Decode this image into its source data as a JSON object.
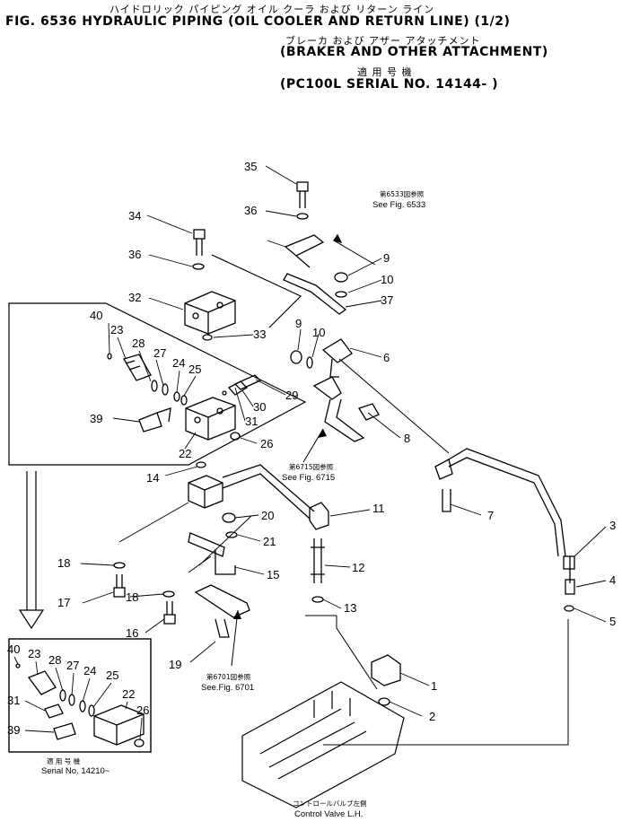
{
  "header": {
    "jp_title": "ハイドロリック パイピング オイル クーラ および リターン ライン",
    "title": "FIG. 6536  HYDRAULIC PIPING (OIL COOLER AND RETURN LINE) (1/2)",
    "jp_subtitle": "ブレーカ および アザー アタッチメント",
    "subtitle": "(BRAKER AND OTHER ATTACHMENT)",
    "jp_serial": "適 用 号 機",
    "serial": "(PC100L  SERIAL  NO. 14144- )"
  },
  "callouts": {
    "c1": "1",
    "c2": "2",
    "c3": "3",
    "c4": "4",
    "c5": "5",
    "c6": "6",
    "c7": "7",
    "c8": "8",
    "c9a": "9",
    "c9b": "9",
    "c10a": "10",
    "c10b": "10",
    "c11": "11",
    "c12": "12",
    "c13": "13",
    "c14": "14",
    "c15": "15",
    "c16": "16",
    "c17": "17",
    "c18a": "18",
    "c18b": "18",
    "c19": "19",
    "c20": "20",
    "c21": "21",
    "c22": "22",
    "c23": "23",
    "c24": "24",
    "c25": "25",
    "c26": "26",
    "c27": "27",
    "c28": "28",
    "c29": "29",
    "c30": "30",
    "c31": "31",
    "c32": "32",
    "c33": "33",
    "c34": "34",
    "c35": "35",
    "c36a": "36",
    "c36b": "36",
    "c37": "37",
    "c39": "39",
    "c40": "40",
    "i40": "40",
    "i23": "23",
    "i28": "28",
    "i27": "27",
    "i24": "24",
    "i25": "25",
    "i22": "22",
    "i31": "31",
    "i26": "26",
    "i39": "39"
  },
  "notes": {
    "fig6533_jp": "第6533図参照",
    "fig6533": "See Fig. 6533",
    "fig6715_jp": "第6715図参照",
    "fig6715": "See Fig. 6715",
    "fig6701_jp": "第6701図参照",
    "fig6701": "See.Fig. 6701",
    "control_valve_jp": "コントロールバルブ左側",
    "control_valve": "Control Valve L.H.",
    "inset_serial_jp": "適 用 号 機",
    "inset_serial": "Serial No. 14210~"
  }
}
